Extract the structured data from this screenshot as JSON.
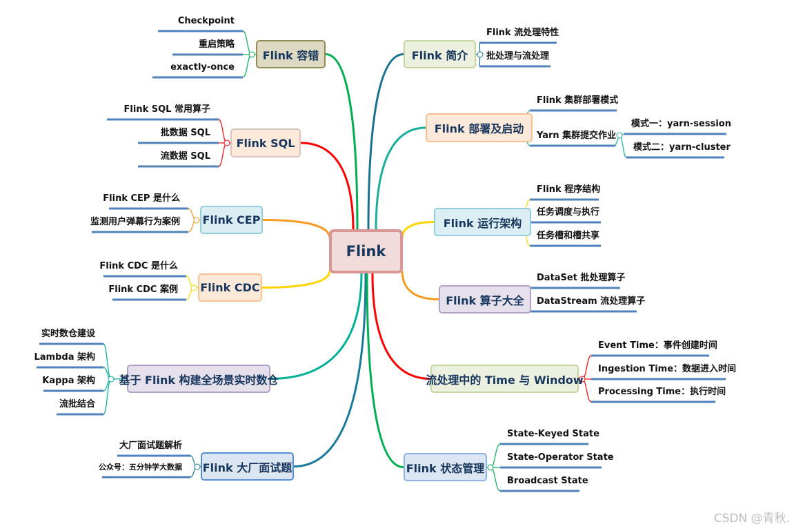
{
  "root": {
    "label": "Flink",
    "fill": "#f2dcdb",
    "border": "#d99694"
  },
  "branches": [
    {
      "label": "Flink 容错",
      "color": "#00b050",
      "fill": "#ddd9c3",
      "border": "#948a54",
      "children": [
        {
          "label": "Checkpoint"
        },
        {
          "label": "重启策略"
        },
        {
          "label": "exactly-once"
        }
      ]
    },
    {
      "label": "Flink SQL",
      "color": "#ff0000",
      "fill": "#fde9d9",
      "border": "#d9c3bf",
      "children": [
        {
          "label": "Flink SQL 常用算子"
        },
        {
          "label": "批数据 SQL"
        },
        {
          "label": "流数据 SQL"
        }
      ]
    },
    {
      "label": "Flink CEP",
      "color": "#f79a1e",
      "fill": "#dbeef3",
      "border": "#92cddc",
      "children": [
        {
          "label": "Flink CEP 是什么"
        },
        {
          "label": "监测用户弹幕行为案例"
        }
      ]
    },
    {
      "label": "Flink CDC",
      "color": "#ffd500",
      "fill": "#fde9d9",
      "border": "#fac090",
      "children": [
        {
          "label": "Flink CDC 是什么"
        },
        {
          "label": "Flink CDC 案例"
        }
      ]
    },
    {
      "label": "基于 Flink 构建全场景实时数仓",
      "color": "#00b096",
      "fill": "#e5e0ec",
      "border": "#b3a2c7",
      "children": [
        {
          "label": "实时数仓建设"
        },
        {
          "label": "Lambda 架构"
        },
        {
          "label": "Kappa 架构"
        },
        {
          "label": "流批结合"
        }
      ]
    },
    {
      "label": "Flink 大厂面试题",
      "color": "#1a7a9c",
      "fill": "#dce6f2",
      "border": "#558ed5",
      "children": [
        {
          "label": "大厂面试题解析"
        },
        {
          "label": "公众号：五分钟学大数据"
        }
      ]
    },
    {
      "label": "Flink 简介",
      "color": "#17728f",
      "fill": "#ebf1de",
      "border": "#c3d69b",
      "children": [
        {
          "label": "Flink 流处理特性"
        },
        {
          "label": "批处理与流处理"
        }
      ]
    },
    {
      "label": "Flink 部署及启动",
      "color": "#1aae9a",
      "fill": "#fde9d9",
      "border": "#fac090",
      "children": [
        {
          "label": "Flink 集群部署模式"
        },
        {
          "label": "Yarn 集群提交作业",
          "children": [
            {
              "label": "模式一：yarn-session"
            },
            {
              "label": "模式二：yarn-cluster"
            }
          ]
        }
      ]
    },
    {
      "label": "Flink 运行架构",
      "color": "#ffd500",
      "fill": "#dbeef3",
      "border": "#93cddd",
      "children": [
        {
          "label": "Flink 程序结构"
        },
        {
          "label": "任务调度与执行"
        },
        {
          "label": "任务槽和槽共享"
        }
      ]
    },
    {
      "label": "Flink 算子大全",
      "color": "#f79a1e",
      "fill": "#e5e0ec",
      "border": "#b3a2c7",
      "children": [
        {
          "label": "DataSet 批处理算子"
        },
        {
          "label": "DataStream 流处理算子"
        }
      ]
    },
    {
      "label": "流处理中的 Time 与 Window",
      "color": "#ff0000",
      "fill": "#ebf1de",
      "border": "#c3d69b",
      "children": [
        {
          "label": "Event Time：事件创建时间"
        },
        {
          "label": "Ingestion Time：数据进入时间"
        },
        {
          "label": "Processing Time：执行时间"
        }
      ]
    },
    {
      "label": "Flink 状态管理",
      "color": "#00b050",
      "fill": "#dce6f2",
      "border": "#8eb4e3",
      "children": [
        {
          "label": "State-Keyed State"
        },
        {
          "label": "State-Operator State"
        },
        {
          "label": "Broadcast State"
        }
      ]
    }
  ],
  "underline_color": "#4f81bd",
  "watermark": "CSDN @青秋."
}
